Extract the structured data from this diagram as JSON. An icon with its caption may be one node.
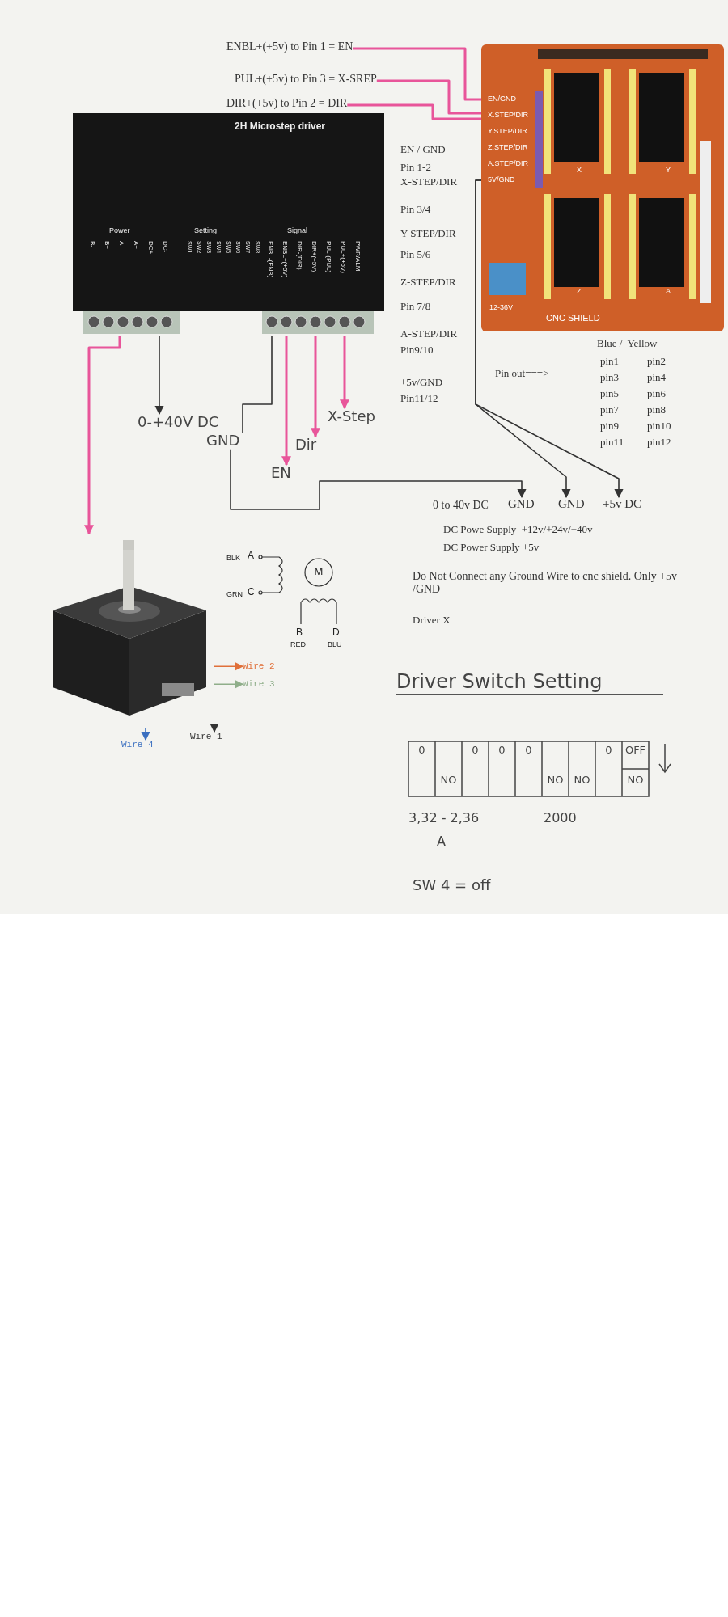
{
  "diagram": {
    "nodes": [
      {
        "text": [
          "ENBL+(+5v) to Pin 1 = EN"
        ]
      },
      {
        "text": [
          "PUL+(+5v) to Pin 3 = X-SREP"
        ]
      },
      {
        "text": [
          "DIR+(+5v) to Pin  2 = DIR"
        ]
      },
      {
        "text": [
          "2H Microstep driver",
          "Power",
          "Setting",
          "Signal",
          "B-",
          "B+",
          "A-",
          "A+",
          "DC+",
          "DC-",
          "SW1",
          "SW2",
          "SW3",
          "SW4",
          "SW5",
          "SW6",
          "SW7",
          "SW8",
          "ENBL-(ENB)",
          "ENBL+(+5V)",
          "DIR-(DIR)",
          "DIR+(+5V)",
          "PUL-(PUL)",
          "PUL+(+5V)",
          "PWR/ALM"
        ]
      },
      {
        "text": [
          "EN/GND",
          "X.STEP/DIR",
          "Y.STEP/DIR",
          "Z.STEP/DIR",
          "A.STEP/DIR",
          "5V/GND",
          "X",
          "Y",
          "Z",
          "A",
          "12-36V",
          "CNC SHIELD"
        ]
      },
      {
        "text": [
          "0-+40V DC"
        ]
      },
      {
        "text": [
          "GND"
        ]
      },
      {
        "text": [
          "EN"
        ]
      },
      {
        "text": [
          "Dir"
        ]
      },
      {
        "text": [
          "X-Step"
        ]
      },
      {
        "text": [],
        "shape": "picture"
      },
      {
        "text": [
          "Wire 2"
        ]
      },
      {
        "text": [
          "Wire 3"
        ]
      },
      {
        "text": [
          "Wire 1"
        ]
      },
      {
        "text": [
          "Wire 4"
        ]
      },
      {
        "text": [
          "GND"
        ]
      },
      {
        "text": [
          "GND"
        ]
      },
      {
        "text": [
          "+5v DC"
        ]
      }
    ],
    "edges": [
      {
        "from": 0,
        "to": 4,
        "arrow": "none"
      },
      {
        "from": 1,
        "to": 4,
        "arrow": "none"
      },
      {
        "from": 2,
        "to": 4,
        "arrow": "none"
      },
      {
        "from": 3,
        "to": 7,
        "arrow": "to"
      },
      {
        "from": 3,
        "to": 8,
        "arrow": "to"
      },
      {
        "from": 3,
        "to": 9,
        "arrow": "to"
      },
      {
        "from": 3,
        "to": 10,
        "arrow": "to"
      },
      {
        "from": 3,
        "to": 5,
        "arrow": "to",
        "color": "#333333"
      },
      {
        "from": 3,
        "to": 6,
        "arrow": "none",
        "color": "#333333"
      },
      {
        "from": 6,
        "to": 15,
        "arrow": "to",
        "color": "#333333"
      },
      {
        "from": 4,
        "to": 16,
        "arrow": "to",
        "color": "#333333"
      },
      {
        "from": 4,
        "to": 17,
        "arrow": "to",
        "color": "#333333"
      },
      {
        "from": 10,
        "to": 11,
        "arrow": "to",
        "color": "#e0703a"
      },
      {
        "from": 10,
        "to": 12,
        "arrow": "to",
        "color": "#8fae8a"
      },
      {
        "from": 10,
        "to": 13,
        "arrow": "to",
        "color": "#333333"
      },
      {
        "from": 10,
        "to": 14,
        "arrow": "to",
        "color": "#3a6fc0"
      }
    ],
    "labels": [
      "EN / GND",
      "Pin 1-2",
      "X-STEP/DIR",
      "Pin 3/4",
      "Y-STEP/DIR",
      "Pin 5/6",
      "Z-STEP/DIR",
      "Pin 7/8",
      "A-STEP/DIR",
      "Pin9/10",
      "+5v/GND",
      "Pin11/12",
      "Pin out===>",
      "Blue /  Yellow",
      "pin1",
      "pin2",
      "pin3",
      "pin4",
      "pin5",
      "pin6",
      "pin7",
      "pin8",
      "pin9",
      "pin10",
      "pin11",
      "pin12",
      "0 to 40v DC",
      "DC Powe Supply  +12v/+24v/+40v",
      "DC Power Supply +5v",
      "Do Not Connect any Ground Wire to cnc shield. Only +5v /GND",
      "Driver X",
      "BLK",
      "A",
      "GRN",
      "C",
      "M",
      "B",
      "D",
      "RED",
      "BLU",
      "Driver Switch Setting",
      "0",
      "NO",
      "0",
      "0",
      "0",
      "NO",
      "NO",
      "0",
      "OFF",
      "NO",
      "3,32 - 2,36",
      "2000",
      "A",
      "SW 4 = off"
    ]
  }
}
